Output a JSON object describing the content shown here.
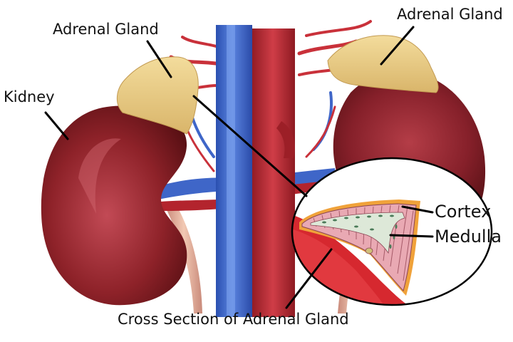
{
  "labels": {
    "adrenal_gland_left": "Adrenal Gland",
    "adrenal_gland_right": "Adrenal Gland",
    "kidney": "Kidney",
    "cortex": "Cortex",
    "medulla": "Medulla",
    "cross_section": "Cross Section of Adrenal Gland"
  },
  "colors": {
    "kidney": "#7a1a1f",
    "kidney_highlight": "#b8434b",
    "adrenal_gland": "#e8cd8a",
    "vena_cava": "#3a64c8",
    "aorta": "#b3242d",
    "cortex_layer": "#f0a23a",
    "medulla_tissue": "#e9a9b3",
    "leader_line": "#000000"
  }
}
